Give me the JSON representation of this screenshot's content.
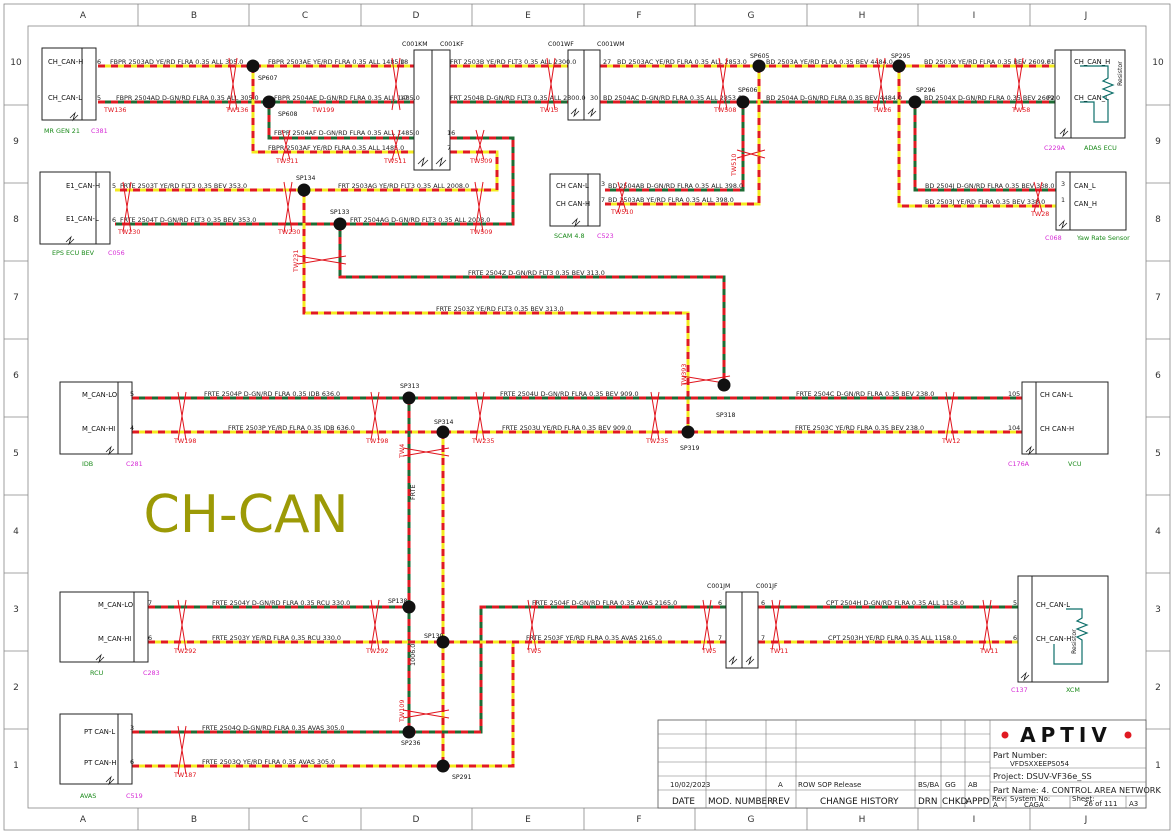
{
  "border": {
    "cols": [
      "A",
      "B",
      "C",
      "D",
      "E",
      "F",
      "G",
      "H",
      "I",
      "J"
    ],
    "rows": [
      "10",
      "9",
      "8",
      "7",
      "6",
      "5",
      "4",
      "3",
      "2",
      "1"
    ]
  },
  "big_label": "CH-CAN",
  "modules": {
    "mrgen": {
      "pins": [
        "CH_CAN-H",
        "CH_CAN-L"
      ],
      "name": "MR GEN 21",
      "conn": "C381"
    },
    "eps": {
      "pins": [
        "E1_CAN-H",
        "E1_CAN-L"
      ],
      "name": "EPS ECU BEV",
      "conn": "C056"
    },
    "scam": {
      "pins": [
        "CH CAN-L",
        "CH CAN-H"
      ],
      "name": "SCAM 4.8",
      "conn": "C523"
    },
    "adas": {
      "pins": [
        "CH_CAN_H",
        "CH_CAN_L"
      ],
      "name": "ADAS ECU",
      "conn": "C229A",
      "resistor": "Resistor"
    },
    "yaw": {
      "pins": [
        "CAN_L",
        "CAN_H"
      ],
      "name": "Yaw Rate Sensor",
      "conn": "C068"
    },
    "idb": {
      "pins": [
        "M_CAN-LO",
        "M_CAN-HI"
      ],
      "name": "IDB",
      "conn": "C281"
    },
    "vcu": {
      "pins": [
        "CH CAN-L",
        "CH CAN-H"
      ],
      "name": "VCU",
      "conn": "C176A"
    },
    "rcu": {
      "pins": [
        "M_CAN-LO",
        "M_CAN-HI"
      ],
      "name": "RCU",
      "conn": "C283"
    },
    "xcm": {
      "pins": [
        "CH_CAN-L",
        "CH_CAN-H"
      ],
      "name": "XCM",
      "conn": "C137",
      "resistor": "Resistor"
    },
    "avas": {
      "pins": [
        "PT CAN-L",
        "PT CAN-H"
      ],
      "name": "AVAS",
      "conn": "C519"
    }
  },
  "inline_connectors": {
    "c001km": "C001KM",
    "c001kf": "C001KF",
    "c001wf": "C001WF",
    "c001wm": "C001WM",
    "c001jm": "C001JM",
    "c001jf": "C001JF"
  },
  "wire_labels": {
    "w1": "FBPR  2503AD  YE/RD  FLRA  0.35  ALL   305.0",
    "w2": "FBPR  2503AE  YE/RD  FLRA  0.35  ALL   1485.0",
    "w3": "FRT  2503B  YE/RD  FLT3  0.35  ALL   2300.0",
    "w4": "BD  2503AC  YE/RD  FLRA  0.35  ALL   2853.0",
    "w5": "BD  2503A  YE/RD  FLRA  0.35  BEV   4484.0",
    "w6": "BD  2503X  YE/RD  FLRA  0.35  BEV   2609.0",
    "w7": "FBPR  2504AD  D-GN/RD  FLRA  0.35  ALL   305.0",
    "w8": "FBPR  2504AE  D-GN/RD  FLRA  0.35  ALL   1485.0",
    "w9": "FRT  2504B  D-GN/RD  FLT3  0.35  ALL   2300.0",
    "w10": "BD  2504AC  D-GN/RD  FLRA  0.35  ALL   2853.0",
    "w11": "BD  2504A  D-GN/RD  FLRA  0.35  BEV   4484.0",
    "w12": "BD  2504X  D-GN/RD  FLRA  0.35  BEV   2609.0",
    "w13": "FBPR  2504AF  D-GN/RD  FLRA  0.35  ALL   1485.0",
    "w14": "FBPR  2503AF  YE/RD  FLRA  0.35  ALL   1485.0",
    "w15": "FRTE  2503T  YE/RD  FLT3  0.35  BEV   353.0",
    "w16": "FRT  2503AG  YE/RD  FLT3  0.35  ALL   2008.0",
    "w17": "FRTE  2504T  D-GN/RD  FLT3  0.35  BEV   353.0",
    "w18": "FRT  2504AG  D-GN/RD  FLT3  0.35  ALL   2008.0",
    "w19": "BD  2504AB  D-GN/RD  FLRA  0.35  ALL   398.0",
    "w20": "BD  2503AB  YE/RD  FLRA  0.35  ALL   398.0",
    "w21": "BD  2504J  D-GN/RD  FLRA  0.35  BEV   338.0",
    "w22": "BD  2503J  YE/RD  FLRA  0.35  BEV   338.0",
    "w23": "FRTE  2504Z  D-GN/RD  FLT3  0.35  BEV   313.0",
    "w24": "FRTE  2503Z  YE/RD  FLT3  0.35  BEV   313.0",
    "w25": "FRTE  2504P  D-GN/RD  FLRA  0.35  IDB   636.0",
    "w26": "FRTE  2504U  D-GN/RD  FLRA  0.35  BEV   909.0",
    "w27": "FRTE  2504C  D-GN/RD  FLRA  0.35  BEV   238.0",
    "w28": "FRTE  2503P  YE/RD  FLRA  0.35  IDB   636.0",
    "w29": "FRTE  2503U  YE/RD  FLRA  0.35  BEV   909.0",
    "w30": "FRTE  2503C  YE/RD  FLRA  0.35  BEV   238.0",
    "w31": "FRTE  2504Y  D-GN/RD  FLRA  0.35  RCU   330.0",
    "w32": "FRTE  2504F  D-GN/RD  FLRA  0.35  AVAS   2165.0",
    "w33": "CPT  2504H  D-GN/RD  FLRA  0.35  ALL   1158.0",
    "w34": "FRTE  2503Y  YE/RD  FLRA  0.35  RCU   330.0",
    "w35": "FRTE  2503F  YE/RD  FLRA  0.35  AVAS   2165.0",
    "w36": "CPT  2503H  YE/RD  FLRA  0.35  ALL   1158.0",
    "w37": "FRTE  2504Q  D-GN/RD  FLRA  0.35  AVAS   305.0",
    "w38": "FRTE  2503Q  YE/RD  FLRA  0.35  AVAS   305.0",
    "v1": "FRTE",
    "v2": "1006.0"
  },
  "pin_numbers": {
    "mrgen_a": "6",
    "mrgen_b": "5",
    "eps_a": "5",
    "eps_b": "6",
    "k18": "18",
    "k17": "17",
    "k16": "16",
    "k7": "7",
    "wf27": "27",
    "wf30": "30",
    "scam3": "3",
    "scam7": "7",
    "adasF1": "F1",
    "adasF2": "F2",
    "yaw3": "3",
    "yaw1": "1",
    "idb5": "5",
    "idb4": "4",
    "vcu105": "105",
    "vcu104": "104",
    "rcu7": "7",
    "rcu6": "6",
    "avas3": "3",
    "avas6": "6",
    "j6": "6",
    "j7": "7",
    "j6b": "6",
    "j7b": "7",
    "xcm5": "5",
    "xcm6": "6"
  },
  "splices": {
    "sp607": "SP607",
    "sp608": "SP608",
    "sp605": "SP605",
    "sp606": "SP606",
    "sp295": "SP295",
    "sp296": "SP296",
    "sp134": "SP134",
    "sp133": "SP133",
    "sp313": "SP313",
    "sp314": "SP314",
    "sp318": "SP318",
    "sp319": "SP319",
    "sp138": "SP138",
    "sp139": "SP139",
    "sp236": "SP236",
    "sp291": "SP291"
  },
  "twists": {
    "tw136a": "TW136",
    "tw136b": "TW136",
    "tw199": "TW199",
    "tw13": "TW13",
    "tw508": "TW508",
    "tw26": "TW26",
    "tw58": "TW58",
    "tw511": "TW511",
    "tw509a": "TW509",
    "tw230a": "TW230",
    "tw230b": "TW230",
    "tw509b": "TW509",
    "tw510a": "TW510",
    "tw510b": "TW510",
    "tw28": "TW28",
    "tw393": "TW393",
    "tw231": "TW231",
    "tw198a": "TW198",
    "tw198b": "TW198",
    "tw235a": "TW235",
    "tw235b": "TW235",
    "tw12": "TW12",
    "tw4": "TW4",
    "tw292a": "TW292",
    "tw292b": "TW292",
    "tw5a": "TW5",
    "tw5b": "TW5",
    "tw11a": "TW11",
    "tw11b": "TW11",
    "tw109": "TW109",
    "tw187": "TW187"
  },
  "title_block": {
    "logo": "APTIV",
    "part_number_label": "Part Number:",
    "part_number": "VFDSXXEEPS054",
    "project": "Project: DSUV-VF36e_SS",
    "part_name": "Part Name: 4. CONTROL AREA NETWORK",
    "history": {
      "date": "10/02/2023",
      "rev": "A",
      "change": "ROW SOP Release",
      "drn": "BS/BA",
      "chkd": "GG",
      "appd": "AB"
    },
    "headers": {
      "date": "DATE",
      "mod": "MOD. NUMBER",
      "rev": "REV",
      "change": "CHANGE HISTORY",
      "drn": "DRN",
      "chkd": "CHKD",
      "appd": "APPD"
    },
    "rev_label": "Rev:",
    "rev_val": "A",
    "sys_label": "System No:",
    "sys_val": "CAGA",
    "sheet_label": "Sheet:",
    "sheet_val": "26  of  111",
    "size": "A3"
  }
}
